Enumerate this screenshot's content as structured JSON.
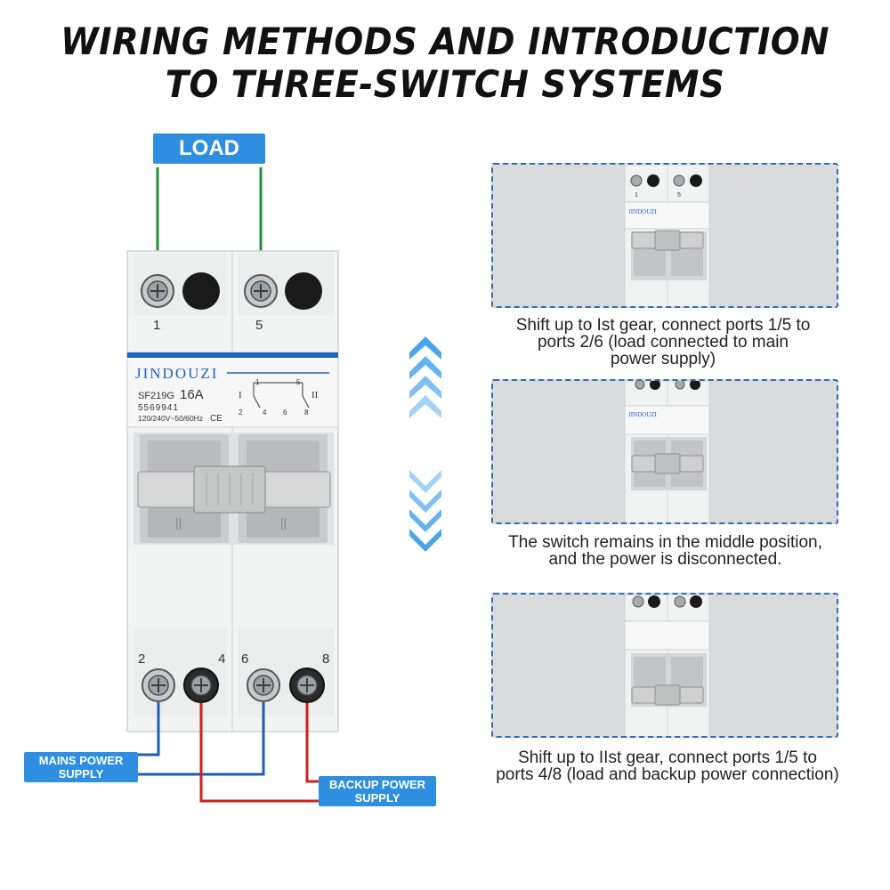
{
  "title": {
    "line1": "WIRING METHODS AND INTRODUCTION",
    "line2": "TO THREE-SWITCH SYSTEMS"
  },
  "labels": {
    "load": "LOAD",
    "mains": [
      "MAINS POWER",
      "SUPPLY"
    ],
    "backup": [
      "BACKUP POWER",
      "SUPPLY"
    ]
  },
  "device": {
    "brand": "JINDOUZI",
    "model": "SF219G",
    "rating": "16A",
    "serial": "5569941",
    "voltage": "120/240V~50/60Hz",
    "ce": "CE",
    "top_ports": [
      "1",
      "5"
    ],
    "bottom_ports": [
      "2",
      "4",
      "6",
      "8"
    ],
    "diagram_labels": [
      "I",
      "II",
      "1",
      "5",
      "2",
      "4",
      "6",
      "8"
    ]
  },
  "steps": [
    {
      "caption": [
        "Shift up to Ist gear, connect ports 1/5 to",
        "ports 2/6 (load connected to main",
        "power supply)"
      ],
      "handle": "up"
    },
    {
      "caption": [
        "The switch remains in the middle position,",
        "and the power is disconnected."
      ],
      "handle": "middle"
    },
    {
      "caption": [
        "Shift up to IIst gear, connect ports 1/5 to",
        "ports 4/8 (load and backup power connection)"
      ],
      "handle": "down"
    }
  ],
  "colors": {
    "badge": "#2e8fe0",
    "wire_load": "#1f8f3a",
    "wire_mains": "#1f5fb0",
    "wire_backup": "#d11f1f",
    "panel_border": "#2d6eb7",
    "arrow": "#3d9be6"
  }
}
